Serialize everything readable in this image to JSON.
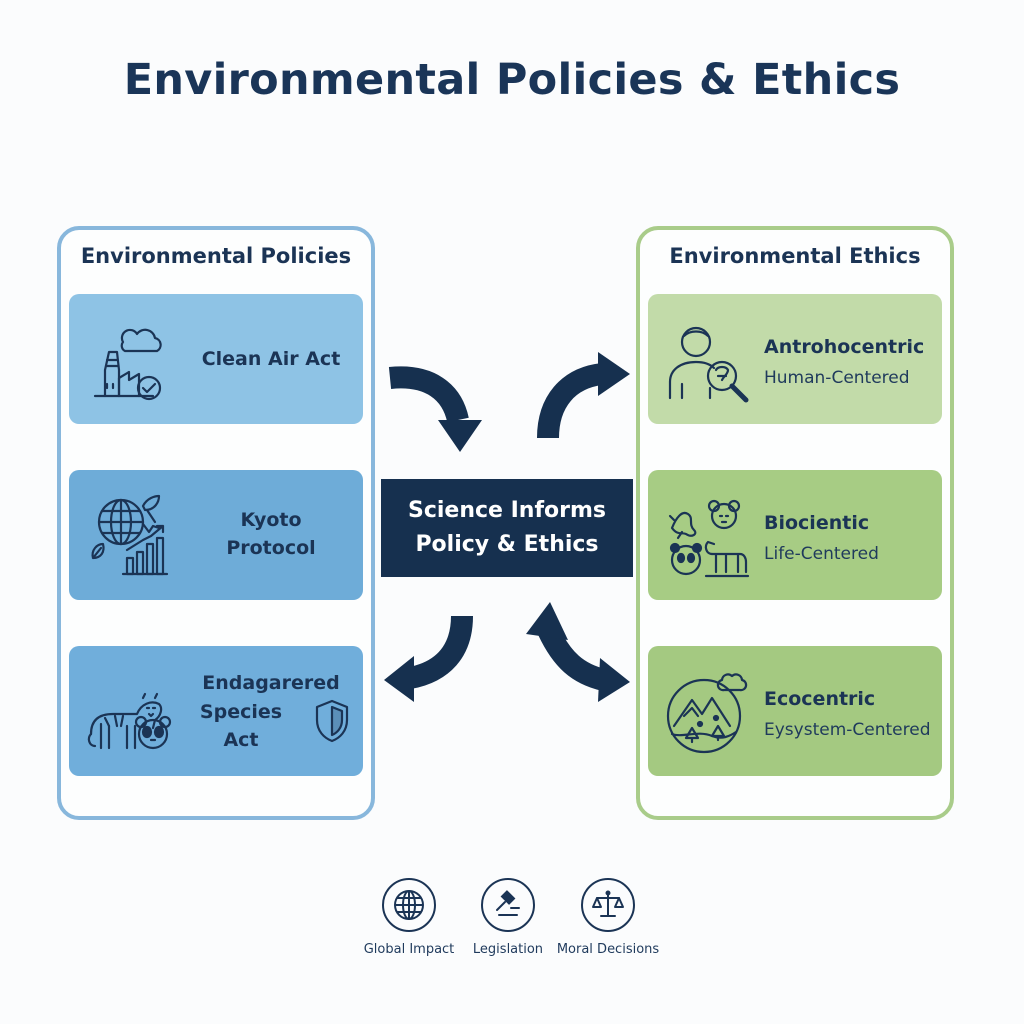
{
  "title": "Environmental Policies & Ethics",
  "center_label_line1": "Science Informs",
  "center_label_line2": "Policy & Ethics",
  "policies": {
    "heading": "Environmental Policies",
    "items": [
      {
        "label_line1": "Clean Air Act",
        "label_line2": "",
        "icon": "factory-cloud-check-icon"
      },
      {
        "label_line1": "Kyoto",
        "label_line2": "Protocol",
        "icon": "globe-growth-chart-icon"
      },
      {
        "label_line1": "Endagarered",
        "label_line2": "Species Act",
        "icon": "tiger-panda-shield-icon"
      }
    ]
  },
  "ethics": {
    "heading": "Environmental Ethics",
    "items": [
      {
        "name": "Antrohocentric",
        "subtitle": "Human-Centered",
        "icon": "person-magnifier-icon"
      },
      {
        "name": "Biocientic",
        "subtitle": "Life-Centered",
        "icon": "animals-icon"
      },
      {
        "name": "Ecocentric",
        "subtitle": "Eysystem-Centered",
        "icon": "ecosystem-globe-icon"
      }
    ]
  },
  "footer": [
    {
      "label": "Global Impact",
      "icon": "globe-icon"
    },
    {
      "label": "Legislation",
      "icon": "gavel-icon"
    },
    {
      "label": "Moral Decisions",
      "icon": "scales-icon"
    }
  ],
  "colors": {
    "navy": "#16304f",
    "policy_border": "#88b7dc",
    "ethics_border": "#a9cc8a"
  }
}
